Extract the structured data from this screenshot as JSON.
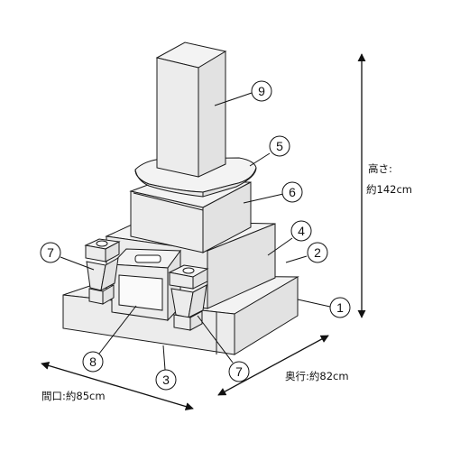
{
  "callouts": {
    "c1": "1",
    "c2": "2",
    "c3": "3",
    "c4": "4",
    "c5": "5",
    "c6": "6",
    "c7a": "7",
    "c7b": "7",
    "c8": "8",
    "c9": "9"
  },
  "dimensions": {
    "height_label": "高さ:",
    "height_value": "約142cm",
    "depth_label": "奥行:約82cm",
    "width_label": "間口:約85cm"
  }
}
